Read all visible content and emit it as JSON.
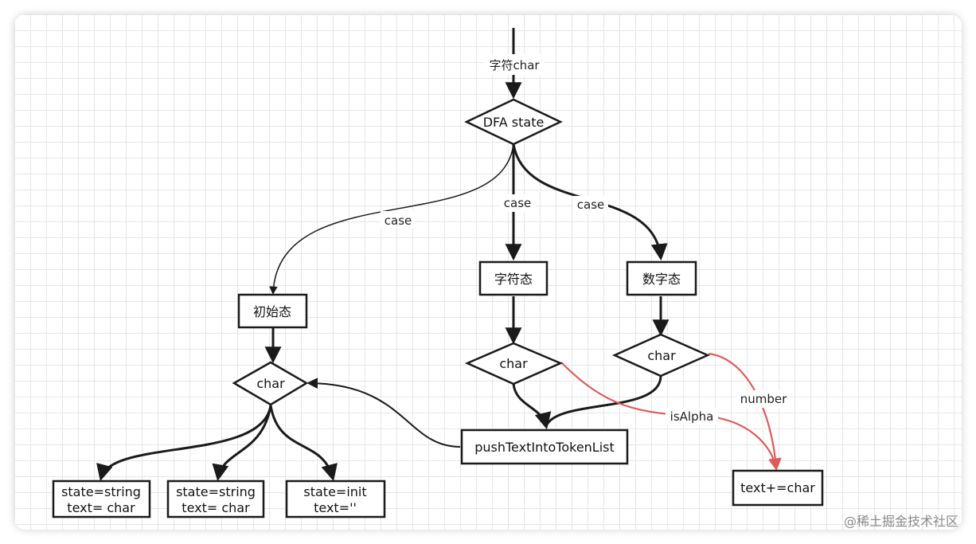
{
  "diagram": {
    "nodes": {
      "dfa_state": "DFA state",
      "initial_state": "初始态",
      "char_state": "字符态",
      "number_state": "数字态",
      "char_left": "char",
      "char_middle": "char",
      "char_right": "char",
      "push_text": "pushTextIntoTokenList",
      "leaf1_line1": "state=string",
      "leaf1_line2": "text= char",
      "leaf2_line1": "state=string",
      "leaf2_line2": "text= char",
      "leaf3_line1": "state=init",
      "leaf3_line2": "text=''",
      "text_append": "text+=char"
    },
    "edge_labels": {
      "input": "字符char",
      "case_left": "case",
      "case_middle": "case",
      "case_right": "case",
      "is_alpha": "isAlpha",
      "number": "number"
    },
    "colors": {
      "line": "#1a1a1a",
      "highlight": "#e05a5a"
    }
  },
  "watermark": "@稀土掘金技术社区"
}
